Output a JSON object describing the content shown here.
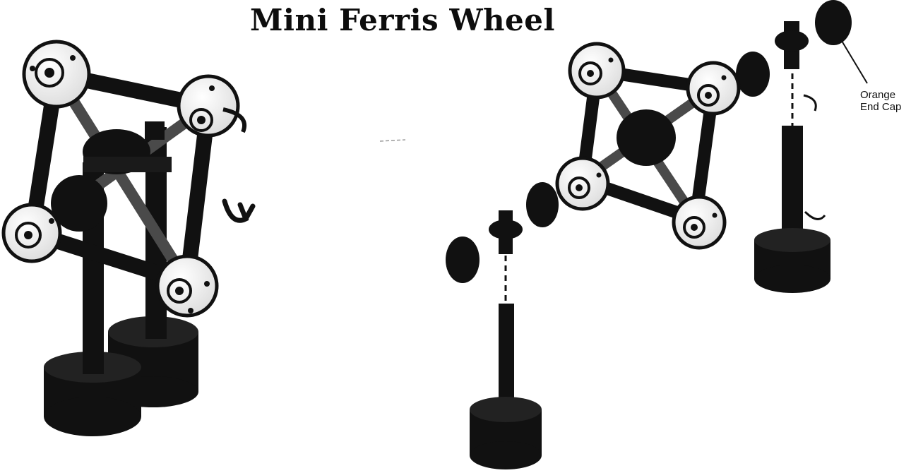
{
  "title": "Mini Ferris Wheel",
  "callout": {
    "line1": "Orange",
    "line2": "End Cap"
  },
  "colors": {
    "ink": "#111111",
    "hub_fill": "#f4f4f4",
    "rod_shade": "#4a4a4a"
  }
}
